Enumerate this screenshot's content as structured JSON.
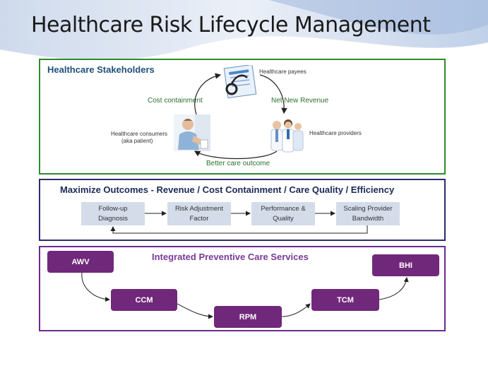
{
  "title": "Healthcare Risk Lifecycle Management",
  "stakeholders": {
    "heading": "Healthcare Stakeholders",
    "payees": "Healthcare payees",
    "providers": "Healthcare providers",
    "consumers_line1": "Healthcare consumers",
    "consumers_line2": "(aka patient)",
    "cost_containment": "Cost containment",
    "net_new_revenue": "Net New Revenue",
    "better_care": "Better care outcome"
  },
  "outcomes": {
    "heading": "Maximize Outcomes - Revenue / Cost Containment / Care Quality / Efficiency",
    "steps": [
      {
        "line1": "Follow-up",
        "line2": "Diagnosis"
      },
      {
        "line1": "Risk Adjustment",
        "line2": "Factor"
      },
      {
        "line1": "Performance &",
        "line2": "Quality"
      },
      {
        "line1": "Scaling Provider",
        "line2": "Bandwidth"
      }
    ]
  },
  "services": {
    "heading": "Integrated Preventive Care Services",
    "items": [
      "AWV",
      "CCM",
      "RPM",
      "TCM",
      "BHI"
    ]
  },
  "colors": {
    "green_border": "#2e8b2e",
    "navy_border": "#2c2c6e",
    "purple_border": "#6a2c8a",
    "service_box": "#70287a",
    "flow_box": "#d4dcea"
  }
}
